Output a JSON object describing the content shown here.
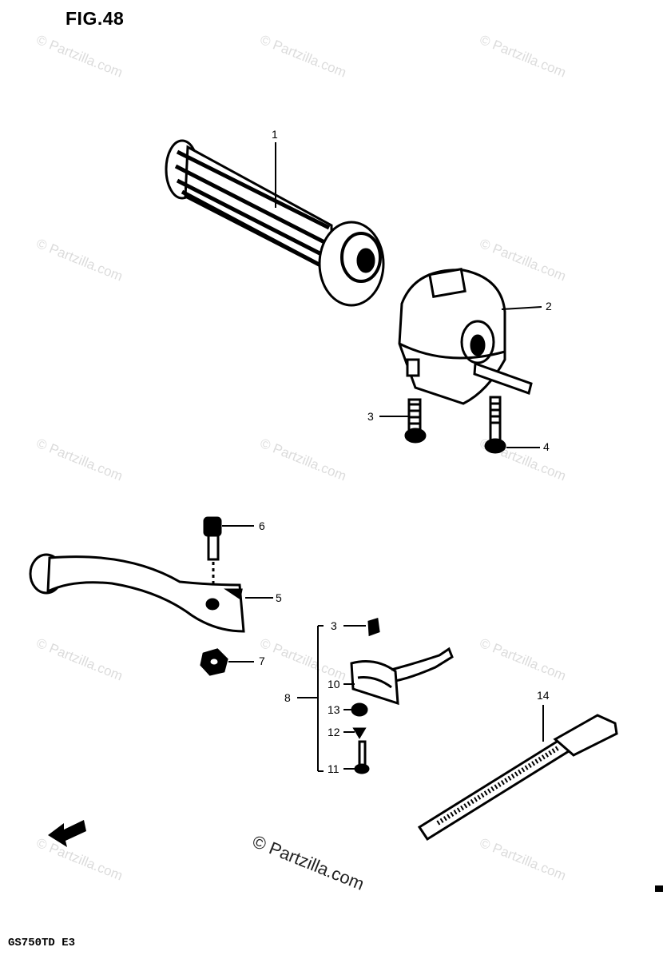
{
  "figure_title": "FIG.48",
  "model_code": "GS750TD  E3",
  "watermark_text": "© Partzilla.com",
  "callouts": [
    {
      "id": "c1",
      "label": "1"
    },
    {
      "id": "c2",
      "label": "2"
    },
    {
      "id": "c3a",
      "label": "3"
    },
    {
      "id": "c4",
      "label": "4"
    },
    {
      "id": "c6",
      "label": "6"
    },
    {
      "id": "c5",
      "label": "5"
    },
    {
      "id": "c7",
      "label": "7"
    },
    {
      "id": "c3b",
      "label": "3"
    },
    {
      "id": "c8",
      "label": "8"
    },
    {
      "id": "c10",
      "label": "10"
    },
    {
      "id": "c13",
      "label": "13"
    },
    {
      "id": "c12",
      "label": "12"
    },
    {
      "id": "c11",
      "label": "11"
    },
    {
      "id": "c14",
      "label": "14"
    }
  ],
  "colors": {
    "line": "#000000",
    "background": "#ffffff"
  }
}
